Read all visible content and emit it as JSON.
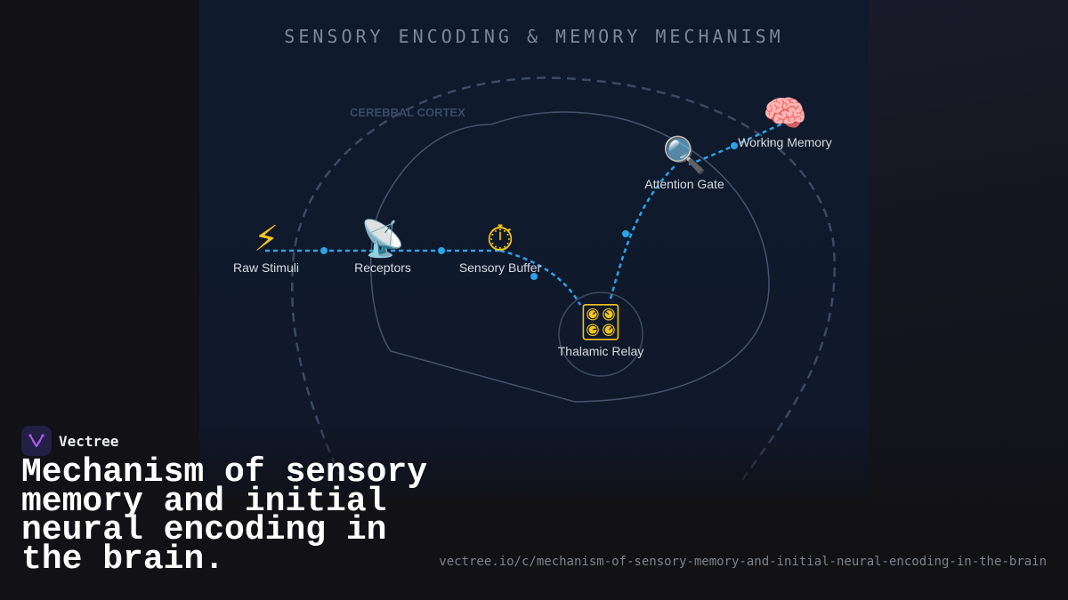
{
  "diagram": {
    "title": "SENSORY ENCODING & MEMORY MECHANISM",
    "region_label": "CEREBRAL CORTEX",
    "flow_color": "#2aa3e8",
    "outline_color": "#4a5a72",
    "nodes": [
      {
        "id": "raw-stimuli",
        "label": "Raw Stimuli",
        "icon": "lightning-icon",
        "glyph": "⚡"
      },
      {
        "id": "receptors",
        "label": "Receptors",
        "icon": "satellite-dish-icon",
        "glyph": "📡"
      },
      {
        "id": "sensory-buffer",
        "label": "Sensory Buffer",
        "icon": "stopwatch-icon",
        "glyph": "⏱"
      },
      {
        "id": "thalamic-relay",
        "label": "Thalamic Relay",
        "icon": "control-knobs-icon",
        "glyph": "🎛"
      },
      {
        "id": "attention-gate",
        "label": "Attention Gate",
        "icon": "magnifying-glass-icon",
        "glyph": "🔍"
      },
      {
        "id": "working-memory",
        "label": "Working Memory",
        "icon": "brain-icon",
        "glyph": "🧠"
      }
    ]
  },
  "brand": {
    "name": "Vectree",
    "logo_icon": "vectree-logo-icon",
    "logo_color": "#a95ee8"
  },
  "headline": "Mechanism of sensory memory and initial neural encoding in the brain.",
  "url": "vectree.io/c/mechanism-of-sensory-memory-and-initial-neural-encoding-in-the-brain"
}
